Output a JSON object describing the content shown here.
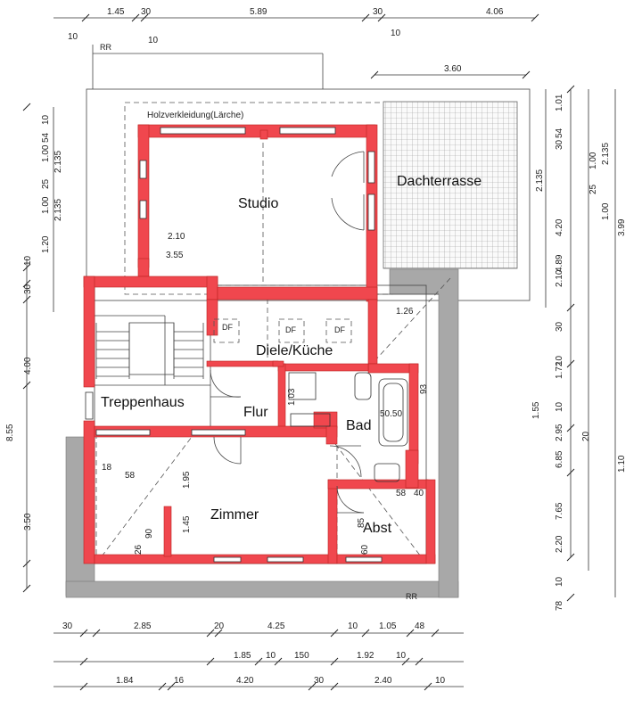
{
  "rooms": {
    "studio": "Studio",
    "dachterrasse": "Dachterrasse",
    "diele": "Diele/Küche",
    "treppenhaus": "Treppenhaus",
    "flur": "Flur",
    "bad": "Bad",
    "zimmer": "Zimmer",
    "abst": "Abst"
  },
  "notes": {
    "holz": "Holzverkleidung(Lärche)",
    "rr_top": "RR",
    "rr_bottom": "RR",
    "df1": "DF",
    "df2": "DF",
    "df3": "DF"
  },
  "top_dims": [
    "1.45",
    "30",
    "5.89",
    "30",
    "4.06",
    "10",
    "10",
    "10",
    "3.60"
  ],
  "inner_dims": [
    "2.10",
    "3.55",
    "1.26",
    "1.03",
    "93",
    "50.50",
    "1.95",
    "1.45",
    "18",
    "58",
    "26",
    "90",
    "58",
    "40",
    "85",
    "60"
  ],
  "left_dims": [
    "10",
    "54",
    "1.00",
    "2.135",
    "25",
    "1.00",
    "2.135",
    "1.20",
    "10",
    "30",
    "4.00",
    "8.55",
    "3.50"
  ],
  "right_dims": [
    "1.01",
    "30",
    "54",
    "1.00",
    "2.135",
    "25",
    "1.00",
    "2.135",
    "4.20",
    "3.99",
    "4.89",
    "2.10",
    "30",
    "1.72",
    "10",
    "10",
    "1.55",
    "2.95",
    "20",
    "6.85",
    "1.10",
    "7.65",
    "2.20",
    "10",
    "78"
  ],
  "bottom_dims_row1": [
    "30",
    "2.85",
    "20",
    "4.25",
    "10",
    "1.05",
    "48"
  ],
  "bottom_dims_row2": [
    "1.85",
    "10",
    "150",
    "1.92",
    "10"
  ],
  "bottom_dims_row3": [
    "1.84",
    "16",
    "4.20",
    "30",
    "2.40",
    "10"
  ]
}
